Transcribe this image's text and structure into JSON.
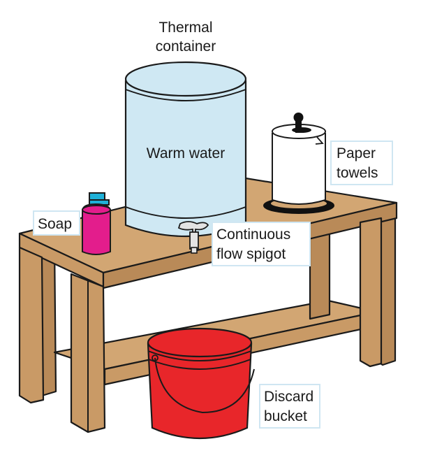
{
  "labels": {
    "thermal_container_line1": "Thermal",
    "thermal_container_line2": "container",
    "warm_water": "Warm water",
    "paper_towels_line1": "Paper",
    "paper_towels_line2": "towels",
    "soap": "Soap",
    "spigot_line1": "Continuous",
    "spigot_line2": "flow spigot",
    "bucket_line1": "Discard",
    "bucket_line2": "bucket"
  },
  "colors": {
    "wood": "#c99a66",
    "container": "#cfe8f3",
    "bucket": "#e8262a",
    "soap": "#e31d8c",
    "soap_pump": "#1fb1d8",
    "outline": "#1a1a1a"
  }
}
